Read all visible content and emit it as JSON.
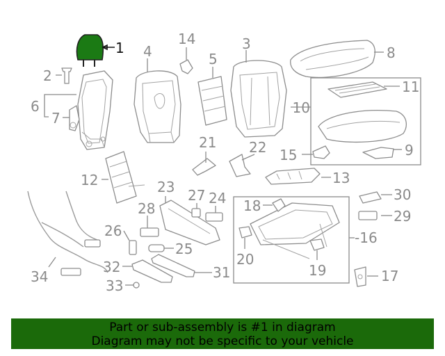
{
  "colors": {
    "highlight_part": "#1b7a14",
    "banner_background": "#1b6a0a",
    "line_gray": "#8c8c8c",
    "label_gray": "#8a8a8a"
  },
  "callouts": [
    {
      "id": "1",
      "label": "1",
      "highlighted": true
    },
    {
      "id": "2",
      "label": "2"
    },
    {
      "id": "3",
      "label": "3"
    },
    {
      "id": "4",
      "label": "4"
    },
    {
      "id": "5",
      "label": "5"
    },
    {
      "id": "6",
      "label": "6"
    },
    {
      "id": "7",
      "label": "7"
    },
    {
      "id": "8",
      "label": "8"
    },
    {
      "id": "9",
      "label": "9"
    },
    {
      "id": "10",
      "label": "10"
    },
    {
      "id": "11",
      "label": "11"
    },
    {
      "id": "12",
      "label": "12"
    },
    {
      "id": "13",
      "label": "13"
    },
    {
      "id": "14",
      "label": "14"
    },
    {
      "id": "15",
      "label": "15"
    },
    {
      "id": "16",
      "label": "-16"
    },
    {
      "id": "17",
      "label": "17"
    },
    {
      "id": "18",
      "label": "18"
    },
    {
      "id": "19",
      "label": "19"
    },
    {
      "id": "20",
      "label": "20"
    },
    {
      "id": "21",
      "label": "21"
    },
    {
      "id": "22",
      "label": "22"
    },
    {
      "id": "23",
      "label": "23"
    },
    {
      "id": "24",
      "label": "24"
    },
    {
      "id": "25",
      "label": "25"
    },
    {
      "id": "26",
      "label": "26"
    },
    {
      "id": "27",
      "label": "27"
    },
    {
      "id": "28",
      "label": "28"
    },
    {
      "id": "29",
      "label": "29"
    },
    {
      "id": "30",
      "label": "30"
    },
    {
      "id": "31",
      "label": "31"
    },
    {
      "id": "32",
      "label": "32"
    },
    {
      "id": "33",
      "label": "33"
    },
    {
      "id": "34",
      "label": "34"
    }
  ],
  "banner": {
    "line1": "Part or sub-assembly is #1 in diagram",
    "line2": "Diagram may not be specific to your vehicle"
  }
}
